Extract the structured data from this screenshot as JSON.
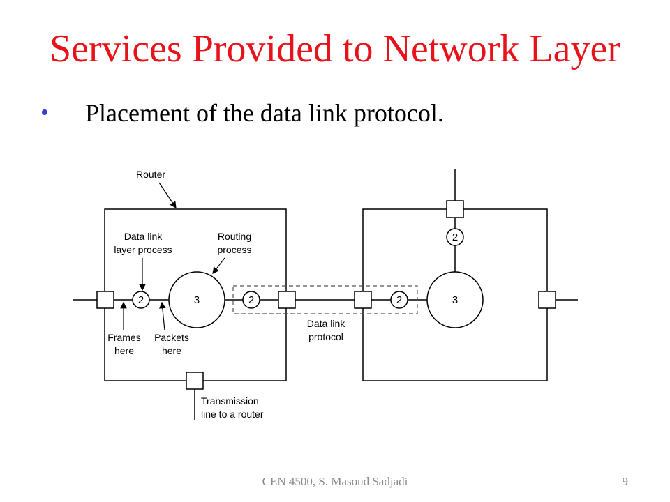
{
  "slide": {
    "title": "Services Provided to Network Layer",
    "bullet": "Placement of the data link protocol.",
    "footer": "CEN 4500, S. Masoud Sadjadi",
    "page_number": "9"
  },
  "colors": {
    "title": "#e8121b",
    "bullet_dot": "#3b3bd6",
    "footer": "#888888",
    "stroke": "#000000",
    "dashed_box": "#555555"
  },
  "diagram": {
    "router_label": "Router",
    "dl_process_label": [
      "Data link",
      "layer process"
    ],
    "routing_process_label": [
      "Routing",
      "process"
    ],
    "frames_label": [
      "Frames",
      "here"
    ],
    "packets_label": [
      "Packets",
      "here"
    ],
    "protocol_label": [
      "Data link",
      "protocol"
    ],
    "transmission_label": [
      "Transmission",
      "line to a router"
    ],
    "layer2": "2",
    "layer3": "3"
  }
}
